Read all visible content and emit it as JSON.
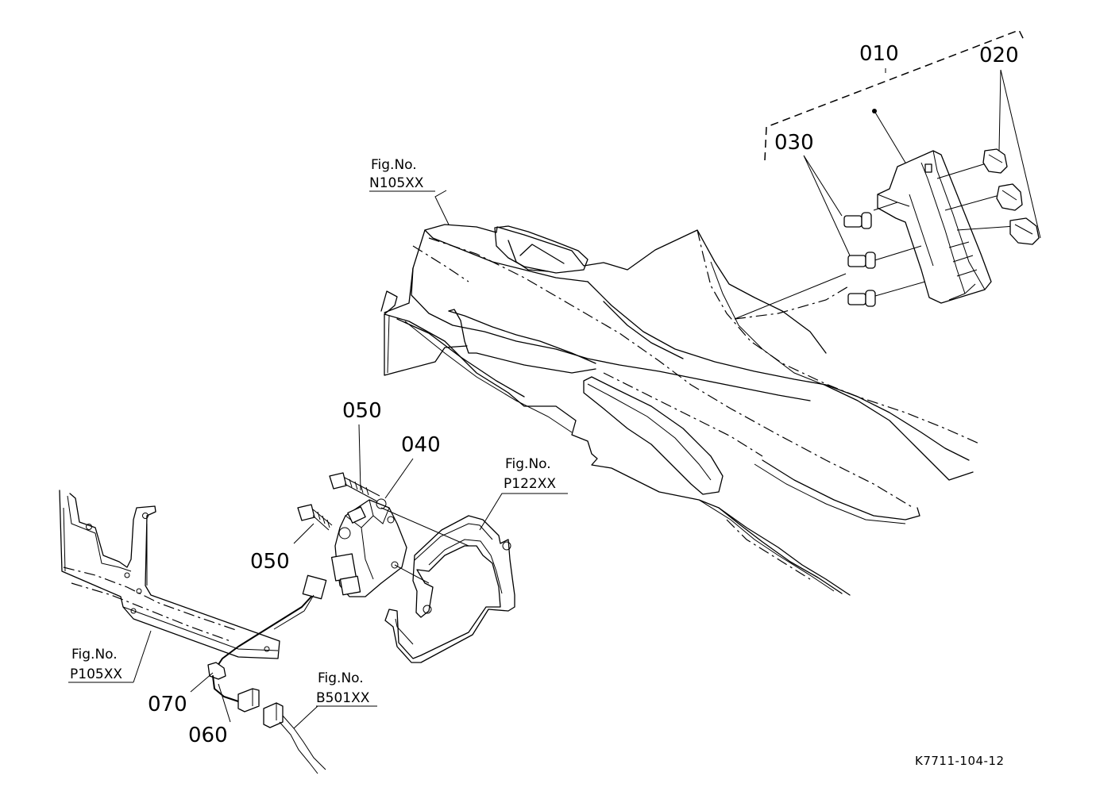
{
  "diagram": {
    "parts": [
      {
        "id": "p010",
        "label": "010"
      },
      {
        "id": "p020",
        "label": "020"
      },
      {
        "id": "p030",
        "label": "030"
      },
      {
        "id": "p040",
        "label": "040"
      },
      {
        "id": "p050a",
        "label": "050"
      },
      {
        "id": "p050b",
        "label": "050"
      },
      {
        "id": "p060",
        "label": "060"
      },
      {
        "id": "p070",
        "label": "070"
      }
    ],
    "figure_refs": [
      {
        "id": "n105",
        "line1": "Fig.No.",
        "line2": "N105XX"
      },
      {
        "id": "p122",
        "line1": "Fig.No.",
        "line2": "P122XX"
      },
      {
        "id": "p105",
        "line1": "Fig.No.",
        "line2": "P105XX"
      },
      {
        "id": "b501",
        "line1": "Fig.No.",
        "line2": "B501XX"
      }
    ],
    "drawing_code": "K7711-104-12"
  }
}
